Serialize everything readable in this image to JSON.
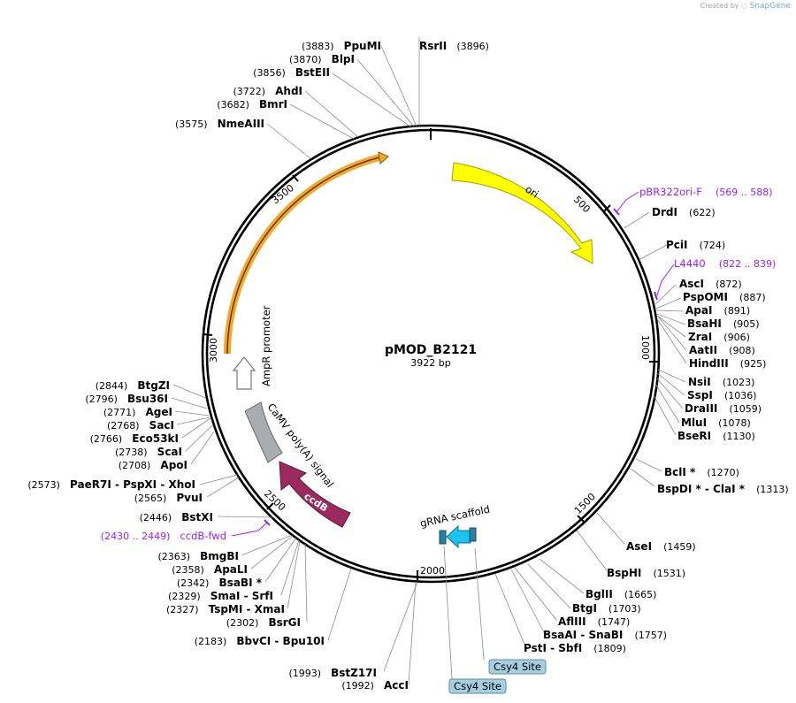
{
  "credit": {
    "prefix": "Created by",
    "brand": "SnapGene"
  },
  "plasmid": {
    "name": "pMOD_B2121",
    "size_label": "3922 bp",
    "length": 3922
  },
  "ticks": [
    "500",
    "1000",
    "1500",
    "2000",
    "2500",
    "3000",
    "3500"
  ],
  "features": [
    {
      "name": "ori",
      "color": "#ffff00",
      "stroke": "#a0a000"
    },
    {
      "name": "AmpR promoter",
      "color": "#ffffff",
      "stroke": "#777777"
    },
    {
      "name": "CaMV poly(A) signal",
      "color": "#a9adb2",
      "stroke": "#666666"
    },
    {
      "name": "ccdB",
      "color": "#9b2a5e",
      "stroke": "#5e1738"
    },
    {
      "name": "gRNA scaffold",
      "color": "#19c3f0",
      "stroke": "#0e6f8c"
    },
    {
      "name": "",
      "color": "#f4a72a",
      "stroke": "#c9891f"
    }
  ],
  "labeled_boxes": [
    {
      "name": "Csy4 Site"
    },
    {
      "name": "Csy4 Site"
    }
  ],
  "sites": [
    {
      "name": "RsrII",
      "pos": "(3896)"
    },
    {
      "name": "PpuMI",
      "pos": "(3883)"
    },
    {
      "name": "BlpI",
      "pos": "(3870)"
    },
    {
      "name": "BstEII",
      "pos": "(3856)"
    },
    {
      "name": "AhdI",
      "pos": "(3722)"
    },
    {
      "name": "BmrI",
      "pos": "(3682)"
    },
    {
      "name": "NmeAIII",
      "pos": "(3575)"
    },
    {
      "name": "DrdI",
      "pos": "(622)"
    },
    {
      "name": "PciI",
      "pos": "(724)"
    },
    {
      "name": "AscI",
      "pos": "(872)"
    },
    {
      "name": "PspOMI",
      "pos": "(887)"
    },
    {
      "name": "ApaI",
      "pos": "(891)"
    },
    {
      "name": "BsaHI",
      "pos": "(905)"
    },
    {
      "name": "ZraI",
      "pos": "(906)"
    },
    {
      "name": "AatII",
      "pos": "(908)"
    },
    {
      "name": "HindIII",
      "pos": "(925)"
    },
    {
      "name": "NsiI",
      "pos": "(1023)"
    },
    {
      "name": "SspI",
      "pos": "(1036)"
    },
    {
      "name": "DraIII",
      "pos": "(1059)"
    },
    {
      "name": "MluI",
      "pos": "(1078)"
    },
    {
      "name": "BseRI",
      "pos": "(1130)"
    },
    {
      "name": "BclI *",
      "pos": "(1270)"
    },
    {
      "name": "BspDI * - ClaI *",
      "pos": "(1313)"
    },
    {
      "name": "AseI",
      "pos": "(1459)"
    },
    {
      "name": "BspHI",
      "pos": "(1531)"
    },
    {
      "name": "BglII",
      "pos": "(1665)"
    },
    {
      "name": "BtgI",
      "pos": "(1703)"
    },
    {
      "name": "AflIII",
      "pos": "(1747)"
    },
    {
      "name": "BsaAI - SnaBI",
      "pos": "(1757)"
    },
    {
      "name": "PstI - SbfI",
      "pos": "(1809)"
    },
    {
      "name": "BstZ17I",
      "pos": "(1993)"
    },
    {
      "name": "AccI",
      "pos": "(1992)"
    },
    {
      "name": "BbvCI - Bpu10I",
      "pos": "(2183)"
    },
    {
      "name": "BsrGI",
      "pos": "(2302)"
    },
    {
      "name": "TspMI - XmaI",
      "pos": "(2327)"
    },
    {
      "name": "SmaI - SrfI",
      "pos": "(2329)"
    },
    {
      "name": "BsaBI *",
      "pos": "(2342)"
    },
    {
      "name": "ApaLI",
      "pos": "(2358)"
    },
    {
      "name": "BmgBI",
      "pos": "(2363)"
    },
    {
      "name": "BstXI",
      "pos": "(2446)"
    },
    {
      "name": "PvuI",
      "pos": "(2565)"
    },
    {
      "name": "PaeR7I - PspXI - XhoI",
      "pos": "(2573)"
    },
    {
      "name": "ApoI",
      "pos": "(2708)"
    },
    {
      "name": "ScaI",
      "pos": "(2738)"
    },
    {
      "name": "Eco53kI",
      "pos": "(2766)"
    },
    {
      "name": "SacI",
      "pos": "(2768)"
    },
    {
      "name": "AgeI",
      "pos": "(2771)"
    },
    {
      "name": "Bsu36I",
      "pos": "(2796)"
    },
    {
      "name": "BtgZI",
      "pos": "(2844)"
    }
  ],
  "primers": [
    {
      "name": "pBR322ori-F",
      "range": "(569 .. 588)"
    },
    {
      "name": "L4440",
      "range": "(822 .. 839)"
    },
    {
      "name": "ccdB-fwd",
      "range": "(2430 .. 2449)"
    }
  ],
  "colors": {
    "primer": "#a020f0",
    "backbone": "#000000",
    "leader": "#8c8c8c"
  }
}
